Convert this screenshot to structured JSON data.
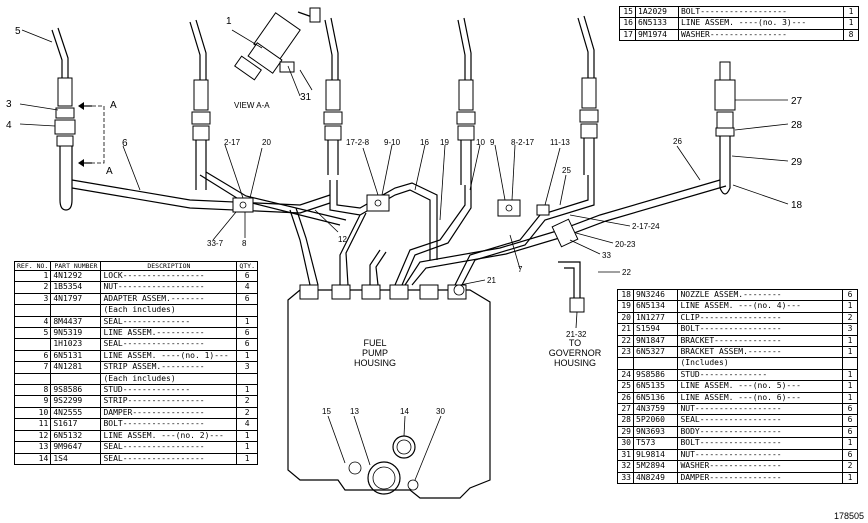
{
  "callouts": {
    "c1": "1",
    "c5": "5",
    "c3": "3",
    "c4": "4",
    "c6": "6",
    "c2_17a": "2-17",
    "c20": "20",
    "c33_7": "33-7",
    "c8": "8",
    "c12": "12",
    "c17_2_8": "17-2-8",
    "c9_10": "9-10",
    "c16": "16",
    "c19": "19",
    "c10": "10",
    "c9": "9",
    "c8_2_17": "8-2-17",
    "c11_13": "11-13",
    "c25": "25",
    "c26": "26",
    "c27": "27",
    "c28": "28",
    "c29": "29",
    "c18": "18",
    "c2_17_24": "2-17-24",
    "c20_23": "20-23",
    "c33": "33",
    "c7": "7",
    "c21": "21",
    "c22": "22",
    "c21_32": "21-32",
    "c31": "31",
    "c15": "15",
    "c13": "13",
    "c14": "14",
    "c30": "30",
    "arrowA1": "A",
    "arrowA2": "A"
  },
  "view_label": "VIEW A-A",
  "pump_label": [
    "FUEL",
    "PUMP",
    "HOUSING"
  ],
  "governor_label": [
    "TO",
    "GOVERNOR",
    "HOUSING"
  ],
  "drawing_number": "178505",
  "table_headers": {
    "ref": "REF. NO.",
    "part": "PART NUMBER",
    "desc": "DESCRIPTION",
    "qty": "QTY."
  },
  "parts_left": [
    {
      "ref": "1",
      "part": "4N1292",
      "desc": "LOCK-----------------",
      "qty": "6"
    },
    {
      "ref": "2",
      "part": "1B5354",
      "desc": "NUT------------------",
      "qty": "4"
    },
    {
      "ref": "3",
      "part": "4N1797",
      "desc": "ADAPTER ASSEM.-------",
      "qty": "6"
    },
    {
      "ref": "",
      "part": "",
      "desc": "   (Each includes)",
      "qty": ""
    },
    {
      "ref": "4",
      "part": "8M4437",
      "desc": "   SEAL--------------",
      "qty": "1"
    },
    {
      "ref": "5",
      "part": "9N5319",
      "desc": "LINE ASSEM.----------",
      "qty": "6"
    },
    {
      "ref": "",
      "part": "1H1023",
      "desc": "SEAL-----------------",
      "qty": "6"
    },
    {
      "ref": "6",
      "part": "6N5131",
      "desc": "LINE ASSEM. ----(no. 1)---",
      "qty": "1"
    },
    {
      "ref": "7",
      "part": "4N1281",
      "desc": "STRIP ASSEM.---------",
      "qty": "3"
    },
    {
      "ref": "",
      "part": "",
      "desc": "   (Each includes)",
      "qty": ""
    },
    {
      "ref": "8",
      "part": "9S8586",
      "desc": "   STUD--------------",
      "qty": "1"
    },
    {
      "ref": "9",
      "part": "9S2299",
      "desc": "STRIP----------------",
      "qty": "2"
    },
    {
      "ref": "10",
      "part": "4N2555",
      "desc": "DAMPER---------------",
      "qty": "2"
    },
    {
      "ref": "11",
      "part": "S1617",
      "desc": "BOLT-----------------",
      "qty": "4"
    },
    {
      "ref": "12",
      "part": "6N5132",
      "desc": "LINE ASSEM. ---(no. 2)---",
      "qty": "1"
    },
    {
      "ref": "13",
      "part": "9M9647",
      "desc": "SEAL-----------------",
      "qty": "1"
    },
    {
      "ref": "14",
      "part": "1S4",
      "desc": "SEAL-----------------",
      "qty": "1"
    }
  ],
  "parts_top": [
    {
      "ref": "15",
      "part": "1A2029",
      "desc": "BOLT------------------",
      "qty": "1"
    },
    {
      "ref": "16",
      "part": "6N5133",
      "desc": "LINE ASSEM. ----(no. 3)---",
      "qty": "1"
    },
    {
      "ref": "17",
      "part": "9M1974",
      "desc": "WASHER----------------",
      "qty": "8"
    }
  ],
  "parts_right": [
    {
      "ref": "18",
      "part": "9N3246",
      "desc": "NOZZLE ASSEM.--------",
      "qty": "6"
    },
    {
      "ref": "19",
      "part": "6N5134",
      "desc": "LINE ASSEM. ---(no. 4)---",
      "qty": "1"
    },
    {
      "ref": "20",
      "part": "1N1277",
      "desc": "CLIP-----------------",
      "qty": "2"
    },
    {
      "ref": "21",
      "part": "S1594",
      "desc": "BOLT-----------------",
      "qty": "3"
    },
    {
      "ref": "22",
      "part": "9N1847",
      "desc": "BRACKET--------------",
      "qty": "1"
    },
    {
      "ref": "23",
      "part": "6N5327",
      "desc": "BRACKET ASSEM.-------",
      "qty": "1"
    },
    {
      "ref": "",
      "part": "",
      "desc": "   (Includes)",
      "qty": ""
    },
    {
      "ref": "24",
      "part": "9S8586",
      "desc": "   STUD--------------",
      "qty": "1"
    },
    {
      "ref": "25",
      "part": "6N5135",
      "desc": "LINE ASSEM. ---(no. 5)---",
      "qty": "1"
    },
    {
      "ref": "26",
      "part": "6N5136",
      "desc": "LINE ASSEM. ---(no. 6)---",
      "qty": "1"
    },
    {
      "ref": "27",
      "part": "4N3759",
      "desc": "NUT------------------",
      "qty": "6"
    },
    {
      "ref": "28",
      "part": "5P2060",
      "desc": "SEAL-----------------",
      "qty": "6"
    },
    {
      "ref": "29",
      "part": "9N3693",
      "desc": "BODY-----------------",
      "qty": "6"
    },
    {
      "ref": "30",
      "part": "T573",
      "desc": "BOLT-----------------",
      "qty": "1"
    },
    {
      "ref": "31",
      "part": "9L9814",
      "desc": "NUT------------------",
      "qty": "6"
    },
    {
      "ref": "32",
      "part": "5M2894",
      "desc": "WASHER---------------",
      "qty": "2"
    },
    {
      "ref": "33",
      "part": "4N8249",
      "desc": "DAMPER---------------",
      "qty": "1"
    }
  ]
}
